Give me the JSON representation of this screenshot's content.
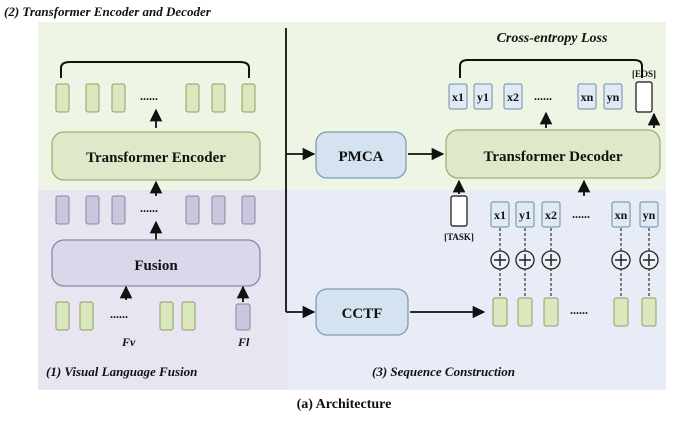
{
  "sections": {
    "top_title": "(2) Transformer Encoder and Decoder",
    "bottom_left_title": "(1) Visual Language Fusion",
    "bottom_right_title": "(3) Sequence Construction"
  },
  "blocks": {
    "encoder": "Transformer Encoder",
    "fusion": "Fusion",
    "pmca": "PMCA",
    "decoder": "Transformer Decoder",
    "cctf": "CCTF"
  },
  "loss_label": "Cross-entropy Loss",
  "ellipsis": "......",
  "output_tokens": [
    "x1",
    "y1",
    "x2",
    "xn",
    "yn"
  ],
  "eos_label": "[EOS]",
  "task_label": "[TASK]",
  "input_tokens": [
    "x1",
    "y1",
    "x2",
    "xn",
    "yn"
  ],
  "feature_labels": {
    "visual": "Fv",
    "language": "Fl"
  },
  "caption": "(a) Architecture",
  "colors": {
    "top_bg": "#eef5e4",
    "bottom_left_bg": "#e8e4f0",
    "bottom_right_bg": "#e8ecf6",
    "green_block": "#dfe9c9",
    "purple_block": "#dcd6ea",
    "blue_block": "#d4e3ef",
    "green_token": "#dbe8bd",
    "purple_token": "#c9c6dd",
    "blue_token": "#dfeaf4"
  }
}
